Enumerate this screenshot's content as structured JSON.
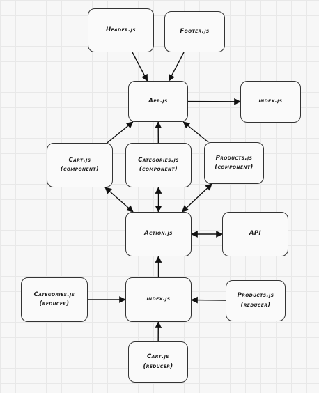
{
  "diagram": {
    "nodes": {
      "header": {
        "label": "Header.js"
      },
      "footer": {
        "label": "Footer.js"
      },
      "app": {
        "label": "App.js"
      },
      "index_top": {
        "label": "index.js"
      },
      "cart_component": {
        "label": "Cart.js\n(component)"
      },
      "categories_component": {
        "label": "Categories.js\n(component)"
      },
      "products_component": {
        "label": "Products.js\n(component)"
      },
      "action": {
        "label": "Action.js"
      },
      "api": {
        "label": "API"
      },
      "categories_reducer": {
        "label": "Categories.js\n(reducer)"
      },
      "index_store": {
        "label": "index.js"
      },
      "products_reducer": {
        "label": "Products.js\n(reducer)"
      },
      "cart_reducer": {
        "label": "Cart.js\n(reducer)"
      }
    },
    "edges": [
      {
        "from": "header",
        "to": "app",
        "direction": "forward"
      },
      {
        "from": "footer",
        "to": "app",
        "direction": "forward"
      },
      {
        "from": "app",
        "to": "index_top",
        "direction": "forward"
      },
      {
        "from": "cart_component",
        "to": "app",
        "direction": "forward"
      },
      {
        "from": "categories_component",
        "to": "app",
        "direction": "forward"
      },
      {
        "from": "products_component",
        "to": "app",
        "direction": "forward"
      },
      {
        "from": "cart_component",
        "to": "action",
        "direction": "both"
      },
      {
        "from": "categories_component",
        "to": "action",
        "direction": "both"
      },
      {
        "from": "products_component",
        "to": "action",
        "direction": "both"
      },
      {
        "from": "action",
        "to": "api",
        "direction": "both"
      },
      {
        "from": "index_store",
        "to": "action",
        "direction": "forward"
      },
      {
        "from": "categories_reducer",
        "to": "index_store",
        "direction": "forward"
      },
      {
        "from": "products_reducer",
        "to": "index_store",
        "direction": "forward"
      },
      {
        "from": "cart_reducer",
        "to": "index_store",
        "direction": "forward"
      }
    ]
  }
}
